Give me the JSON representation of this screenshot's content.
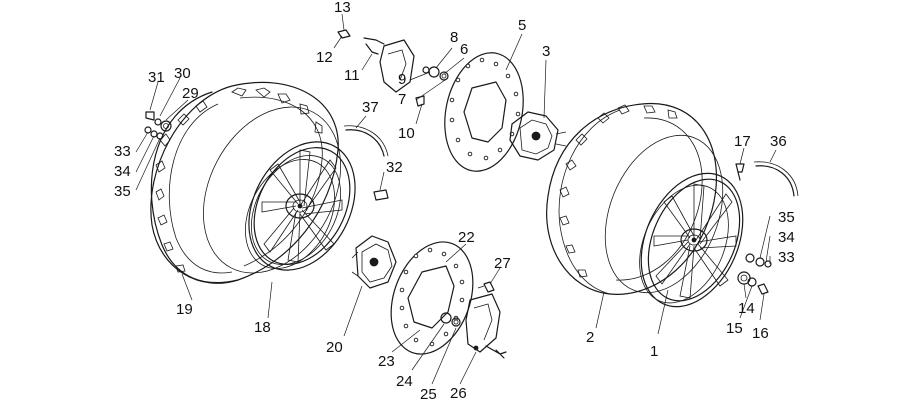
{
  "diagram": {
    "callouts": [
      {
        "id": "c1",
        "text": "1"
      },
      {
        "id": "c2",
        "text": "2"
      },
      {
        "id": "c3",
        "text": "3"
      },
      {
        "id": "c5",
        "text": "5"
      },
      {
        "id": "c6",
        "text": "6"
      },
      {
        "id": "c7",
        "text": "7"
      },
      {
        "id": "c8",
        "text": "8"
      },
      {
        "id": "c9",
        "text": "9"
      },
      {
        "id": "c10",
        "text": "10"
      },
      {
        "id": "c11",
        "text": "11"
      },
      {
        "id": "c12",
        "text": "12"
      },
      {
        "id": "c13",
        "text": "13"
      },
      {
        "id": "c14",
        "text": "14"
      },
      {
        "id": "c15",
        "text": "15"
      },
      {
        "id": "c16",
        "text": "16"
      },
      {
        "id": "c17",
        "text": "17"
      },
      {
        "id": "c18",
        "text": "18"
      },
      {
        "id": "c19",
        "text": "19"
      },
      {
        "id": "c20",
        "text": "20"
      },
      {
        "id": "c22",
        "text": "22"
      },
      {
        "id": "c23",
        "text": "23"
      },
      {
        "id": "c24",
        "text": "24"
      },
      {
        "id": "c25",
        "text": "25"
      },
      {
        "id": "c26",
        "text": "26"
      },
      {
        "id": "c27",
        "text": "27"
      },
      {
        "id": "c29",
        "text": "29"
      },
      {
        "id": "c30",
        "text": "30"
      },
      {
        "id": "c31",
        "text": "31"
      },
      {
        "id": "c32",
        "text": "32"
      },
      {
        "id": "c33a",
        "text": "33"
      },
      {
        "id": "c34a",
        "text": "34"
      },
      {
        "id": "c35a",
        "text": "35"
      },
      {
        "id": "c33b",
        "text": "33"
      },
      {
        "id": "c34b",
        "text": "34"
      },
      {
        "id": "c35b",
        "text": "35"
      },
      {
        "id": "c36",
        "text": "36"
      },
      {
        "id": "c37",
        "text": "37"
      }
    ]
  }
}
